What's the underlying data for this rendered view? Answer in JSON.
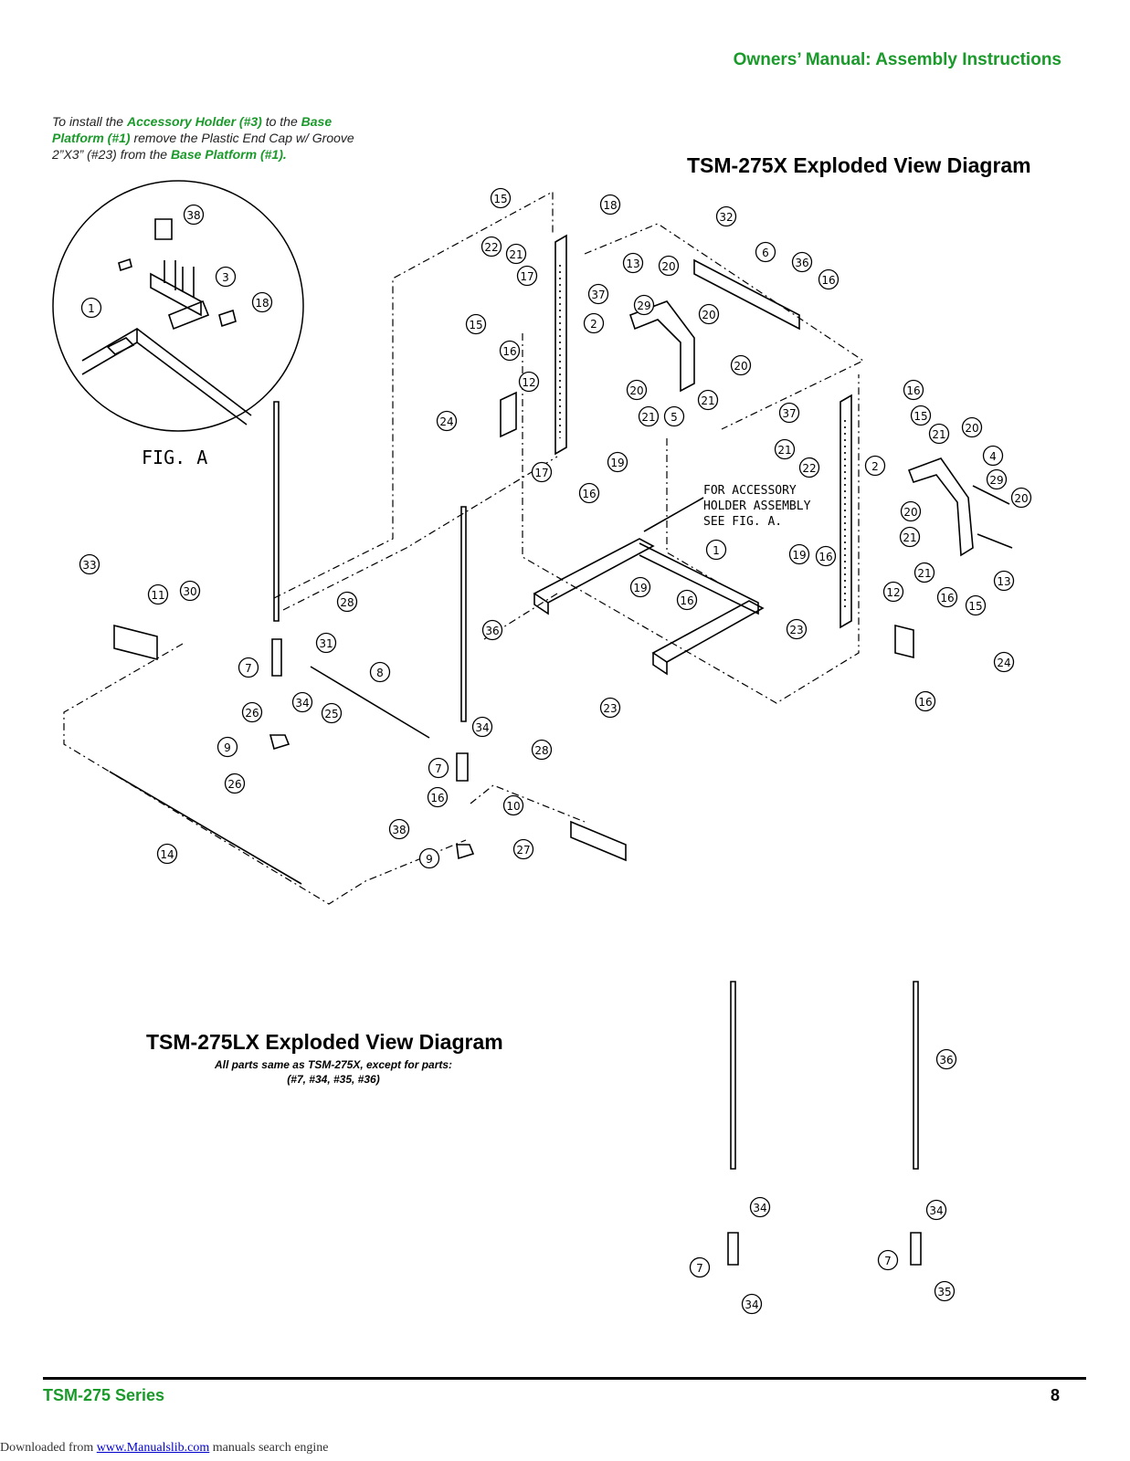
{
  "header": {
    "title": "Owners’ Manual: Assembly Instructions"
  },
  "intro": {
    "t1": "To install the ",
    "h1": "Accessory Holder (#3)",
    "t2": " to the ",
    "h2": "Base Platform (#1)",
    "t3": " remove the Plastic End Cap w/ Groove 2”X3” (#23) from the ",
    "h3": "Base Platform (#1)."
  },
  "diagram1": {
    "title": "TSM-275X Exploded View Diagram"
  },
  "figA": {
    "label": "FIG. A"
  },
  "note": {
    "line1": "FOR ACCESSORY",
    "line2": "HOLDER ASSEMBLY",
    "line3": "SEE FIG. A."
  },
  "diagram2": {
    "title": "TSM-275LX Exploded View Diagram",
    "subtitle1": "All parts same as TSM-275X, except for parts:",
    "subtitle2": "(#7, #34, #35, #36)"
  },
  "footer": {
    "series": "TSM-275 Series",
    "page_number": "8"
  },
  "download": {
    "prefix": "Downloaded from ",
    "link": "www.Manualslib.com",
    "suffix": " manuals search engine"
  },
  "callouts": [
    {
      "label": "38"
    },
    {
      "label": "3"
    },
    {
      "label": "1"
    },
    {
      "label": "18"
    },
    {
      "label": "15"
    },
    {
      "label": "22"
    },
    {
      "label": "21"
    },
    {
      "label": "17"
    },
    {
      "label": "18"
    },
    {
      "label": "37"
    },
    {
      "label": "13"
    },
    {
      "label": "20"
    },
    {
      "label": "29"
    },
    {
      "label": "20"
    },
    {
      "label": "2"
    },
    {
      "label": "32"
    },
    {
      "label": "6"
    },
    {
      "label": "36"
    },
    {
      "label": "16"
    },
    {
      "label": "15"
    },
    {
      "label": "16"
    },
    {
      "label": "12"
    },
    {
      "label": "24"
    },
    {
      "label": "17"
    },
    {
      "label": "20"
    },
    {
      "label": "20"
    },
    {
      "label": "21"
    },
    {
      "label": "5"
    },
    {
      "label": "21"
    },
    {
      "label": "16"
    },
    {
      "label": "19"
    },
    {
      "label": "37"
    },
    {
      "label": "16"
    },
    {
      "label": "15"
    },
    {
      "label": "21"
    },
    {
      "label": "22"
    },
    {
      "label": "2"
    },
    {
      "label": "21"
    },
    {
      "label": "20"
    },
    {
      "label": "4"
    },
    {
      "label": "29"
    },
    {
      "label": "20"
    },
    {
      "label": "20"
    },
    {
      "label": "21"
    },
    {
      "label": "21"
    },
    {
      "label": "13"
    },
    {
      "label": "1"
    },
    {
      "label": "19"
    },
    {
      "label": "16"
    },
    {
      "label": "19"
    },
    {
      "label": "16"
    },
    {
      "label": "23"
    },
    {
      "label": "12"
    },
    {
      "label": "16"
    },
    {
      "label": "15"
    },
    {
      "label": "24"
    },
    {
      "label": "16"
    },
    {
      "label": "23"
    },
    {
      "label": "33"
    },
    {
      "label": "11"
    },
    {
      "label": "30"
    },
    {
      "label": "28"
    },
    {
      "label": "31"
    },
    {
      "label": "7"
    },
    {
      "label": "8"
    },
    {
      "label": "34"
    },
    {
      "label": "36"
    },
    {
      "label": "26"
    },
    {
      "label": "25"
    },
    {
      "label": "9"
    },
    {
      "label": "26"
    },
    {
      "label": "34"
    },
    {
      "label": "28"
    },
    {
      "label": "7"
    },
    {
      "label": "16"
    },
    {
      "label": "10"
    },
    {
      "label": "38"
    },
    {
      "label": "27"
    },
    {
      "label": "9"
    },
    {
      "label": "14"
    },
    {
      "label": "36"
    },
    {
      "label": "34"
    },
    {
      "label": "7"
    },
    {
      "label": "34"
    },
    {
      "label": "34"
    },
    {
      "label": "7"
    },
    {
      "label": "35"
    }
  ]
}
